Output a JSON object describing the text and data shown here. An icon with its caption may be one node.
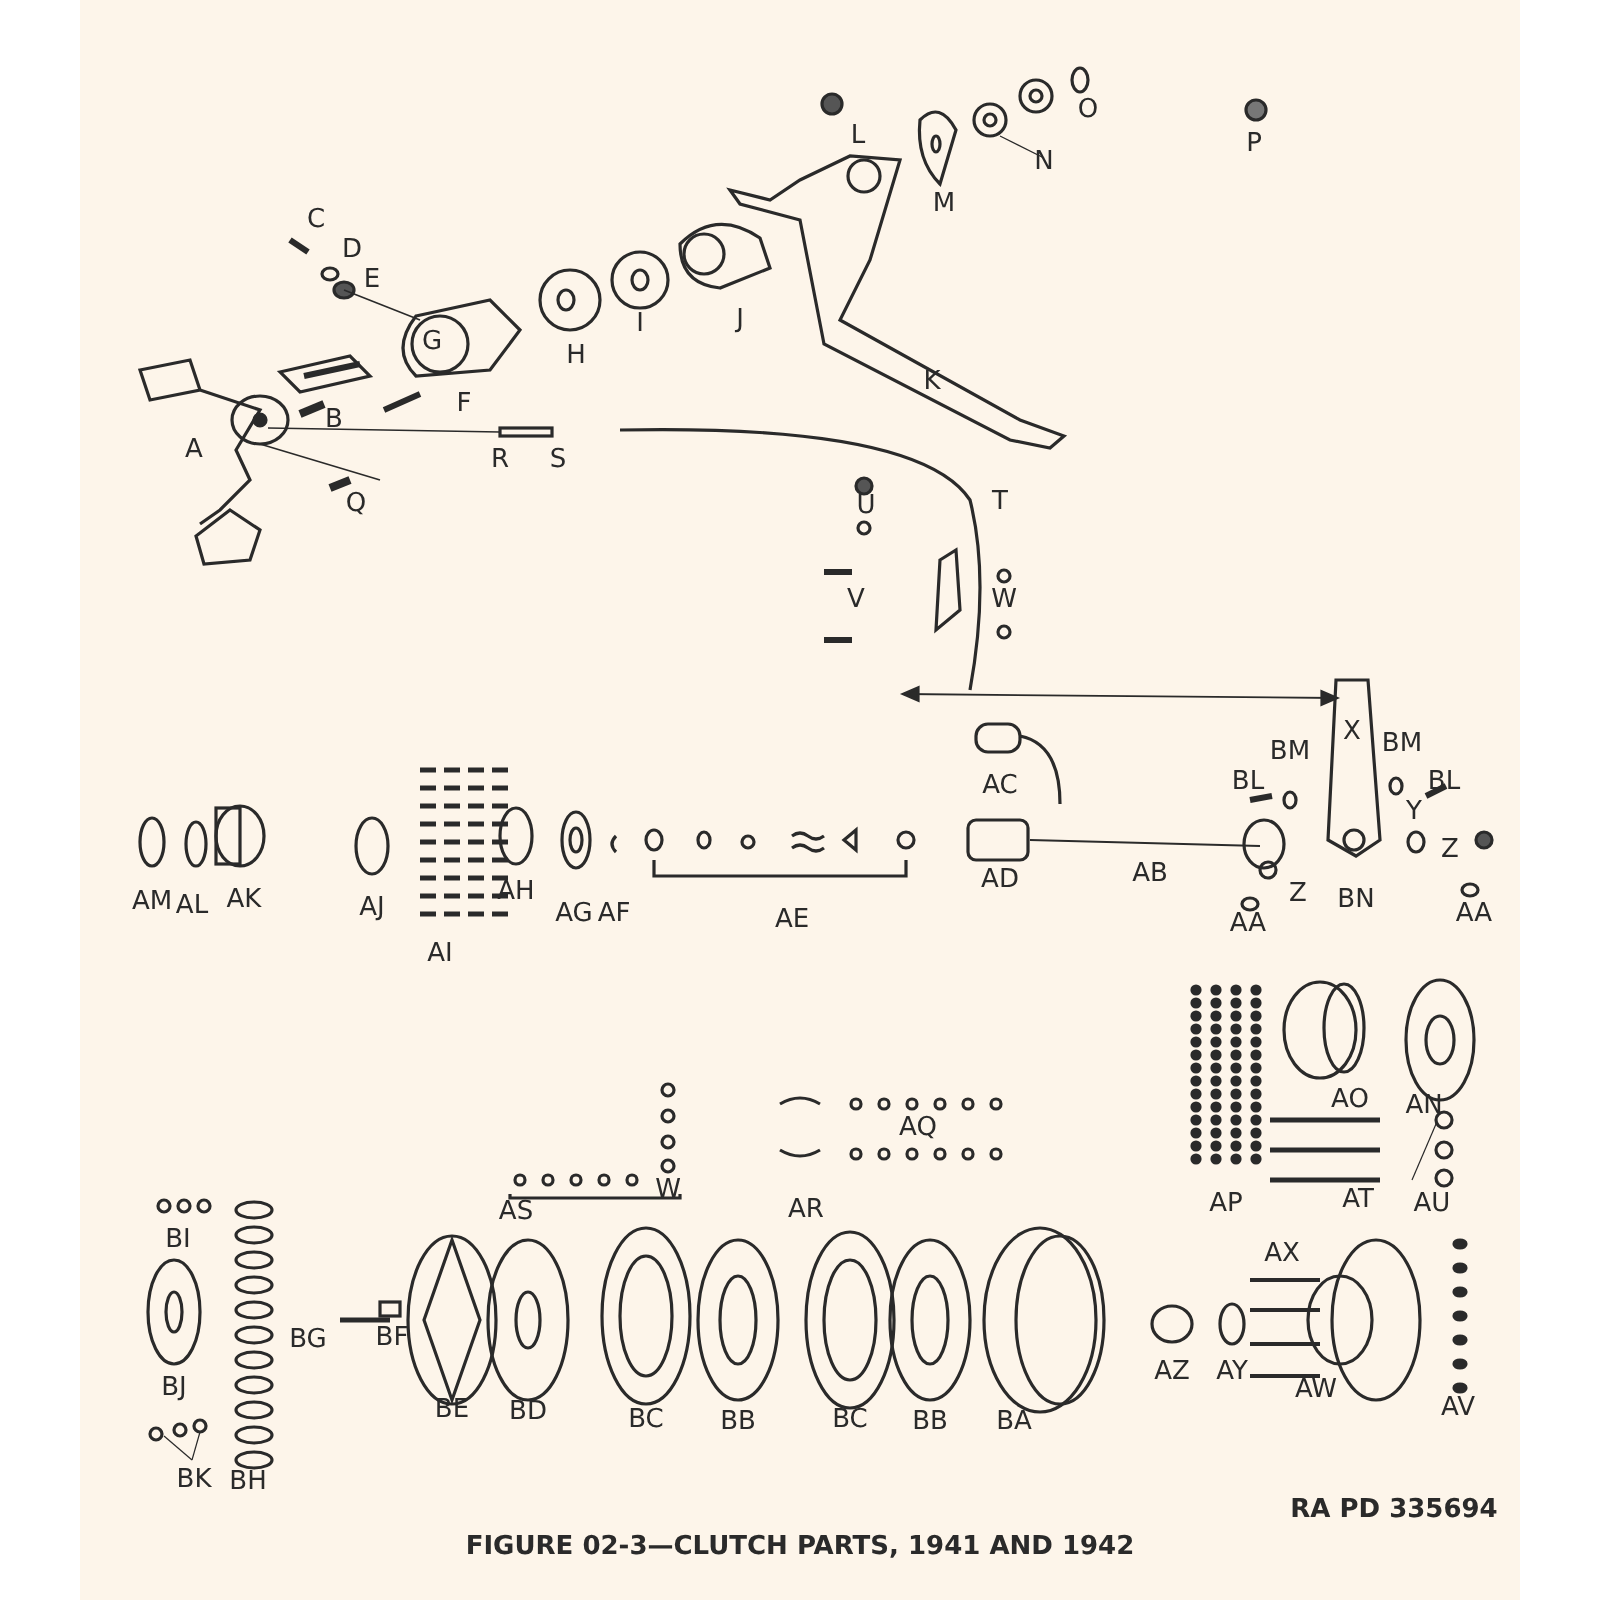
{
  "diagram": {
    "caption": "FIGURE 02-3—CLUTCH PARTS, 1941 AND 1942",
    "labels": [
      "O",
      "P",
      "L",
      "N",
      "M",
      "C",
      "D",
      "E",
      "I",
      "J",
      "G",
      "H",
      "K",
      "F",
      "B",
      "A",
      "R",
      "S",
      "Q",
      "U",
      "T",
      "V",
      "W",
      "X",
      "BM",
      "BM",
      "AC",
      "BL",
      "BL",
      "Y",
      "Z",
      "AD",
      "AB",
      "AM",
      "AL",
      "AK",
      "AH",
      "AJ",
      "AG",
      "AF",
      "AE",
      "Z",
      "BN",
      "AA",
      "AA",
      "AI",
      "AO",
      "AN",
      "AQ",
      "AS",
      "W",
      "AR",
      "AP",
      "AT",
      "AU",
      "BI",
      "AX",
      "BG",
      "BF",
      "AZ",
      "AY",
      "BJ",
      "BE",
      "BD",
      "BC",
      "BB",
      "BC",
      "BB",
      "BA",
      "AW",
      "AV",
      "BK",
      "BH",
      "RA PD 335694"
    ]
  }
}
